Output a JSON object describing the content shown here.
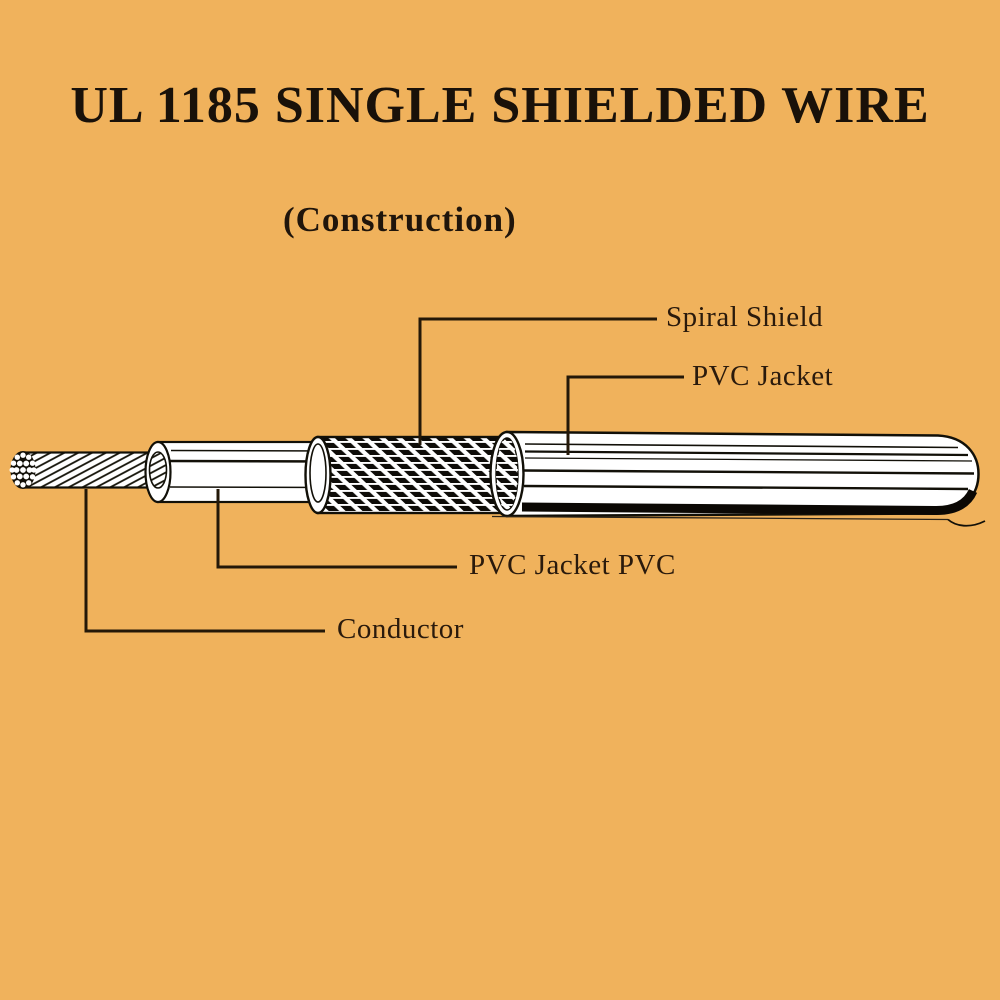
{
  "header": {
    "title": "UL 1185 SINGLE SHIELDED WIRE",
    "subtitle": "(Construction)"
  },
  "diagram": {
    "labels": {
      "spiral_shield": "Spiral Shield",
      "pvc_jacket": "PVC Jacket",
      "pvc_jacket_pvc": "PVC Jacket PVC",
      "conductor": "Conductor"
    },
    "colors": {
      "background": "#F0B25C",
      "ink": "#121008",
      "label_text": "#2A1A0C",
      "callout_line": "#241808"
    }
  }
}
